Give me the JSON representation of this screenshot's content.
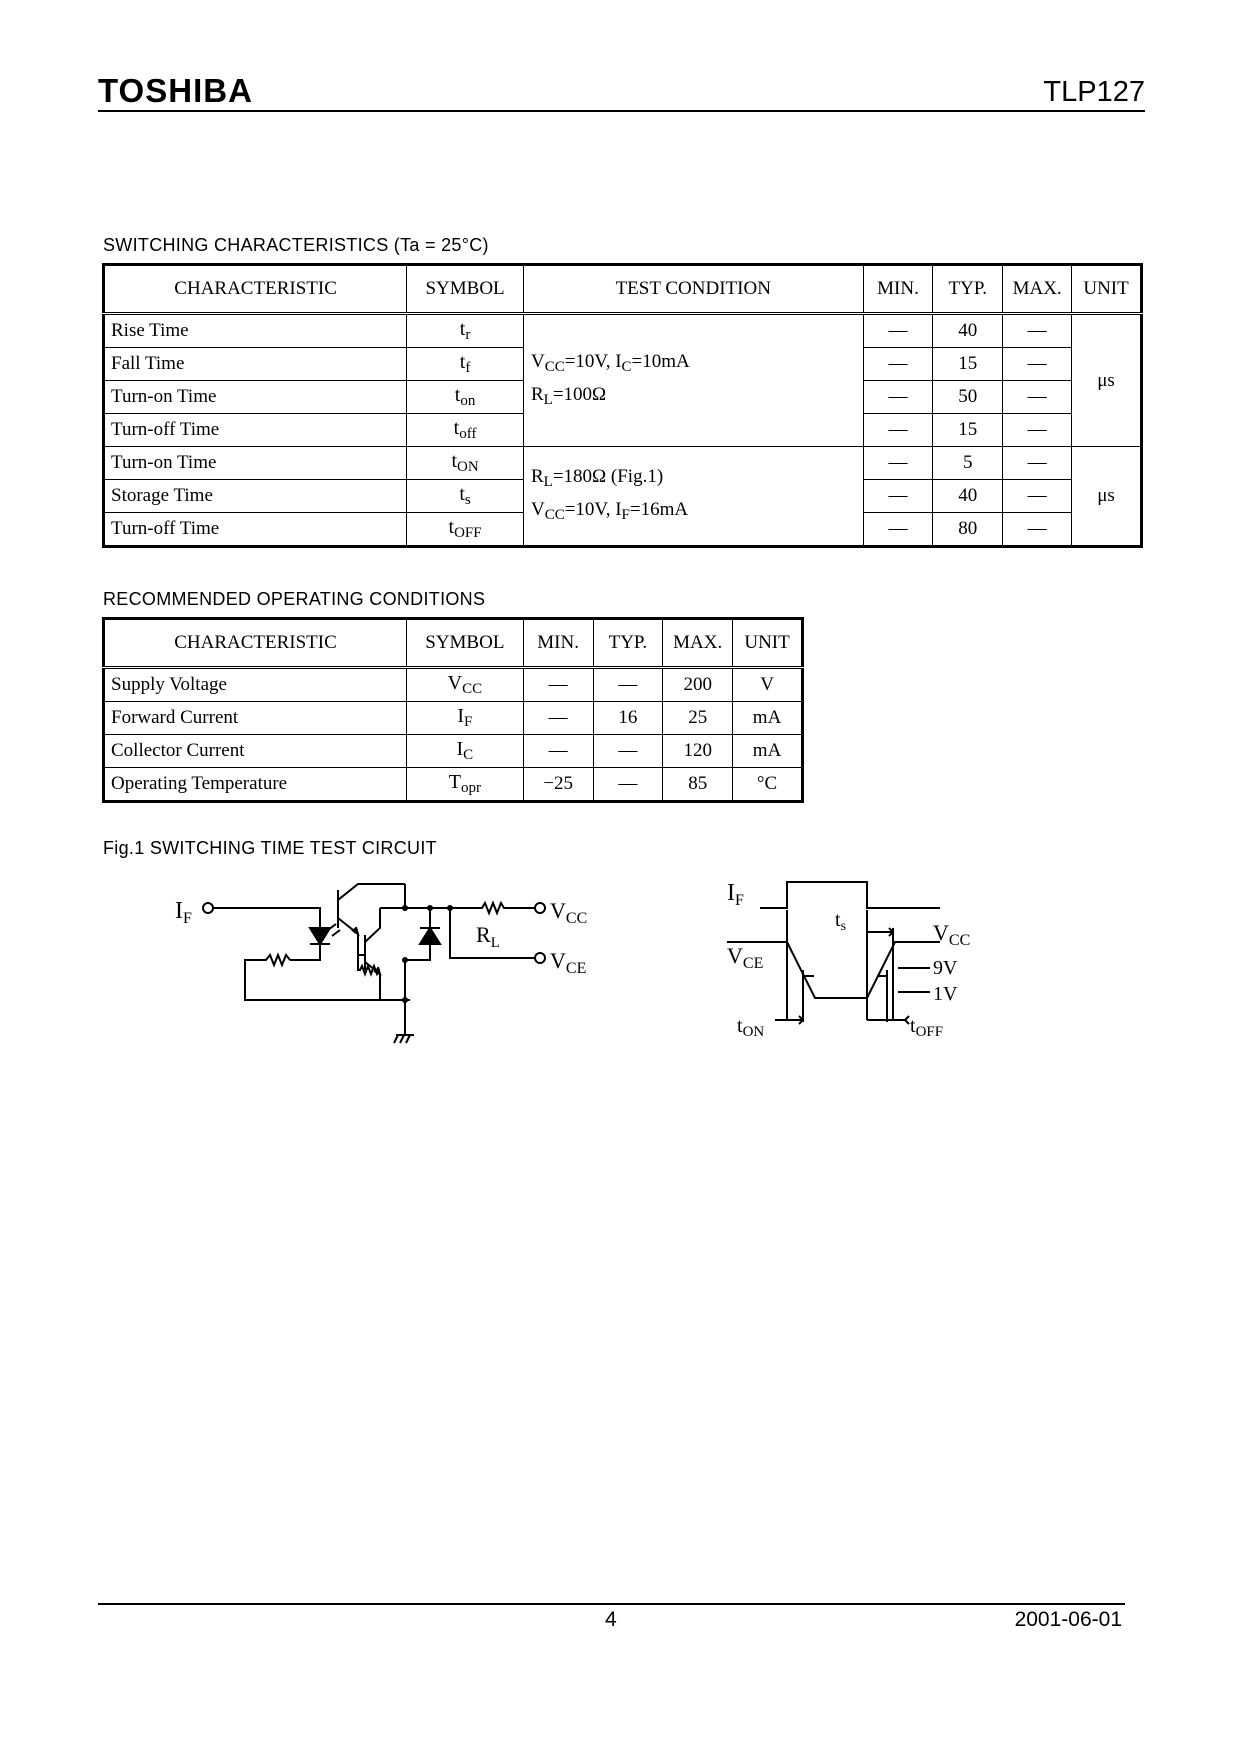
{
  "header": {
    "brand": "TOSHIBA",
    "part": "TLP127"
  },
  "switching": {
    "title": "SWITCHING CHARACTERISTICS (Ta = 25°C)",
    "columns": [
      "CHARACTERISTIC",
      "SYMBOL",
      "TEST CONDITION",
      "MIN.",
      "TYP.",
      "MAX.",
      "UNIT"
    ],
    "rows": [
      {
        "name": "Rise Time",
        "sym": "t",
        "sub": "r",
        "min": "—",
        "typ": "40",
        "max": "—"
      },
      {
        "name": "Fall Time",
        "sym": "t",
        "sub": "f",
        "min": "—",
        "typ": "15",
        "max": "—"
      },
      {
        "name": "Turn-on Time",
        "sym": "t",
        "sub": "on",
        "min": "—",
        "typ": "50",
        "max": "—"
      },
      {
        "name": "Turn-off Time",
        "sym": "t",
        "sub": "off",
        "min": "—",
        "typ": "15",
        "max": "—"
      },
      {
        "name": "Turn-on Time",
        "sym": "t",
        "sub": "ON",
        "min": "—",
        "typ": "5",
        "max": "—"
      },
      {
        "name": "Storage Time",
        "sym": "t",
        "sub": "s",
        "min": "—",
        "typ": "40",
        "max": "—"
      },
      {
        "name": "Turn-off Time",
        "sym": "t",
        "sub": "OFF",
        "min": "—",
        "typ": "80",
        "max": "—"
      }
    ],
    "cond1": {
      "l1a": "V",
      "l1s1": "CC",
      "l1b": "=10V, I",
      "l1s2": "C",
      "l1c": "=10mA",
      "l2a": "R",
      "l2s": "L",
      "l2b": "=100Ω"
    },
    "cond2": {
      "l1a": "R",
      "l1s": "L",
      "l1b": "=180Ω (Fig.1)",
      "l2a": "V",
      "l2s1": "CC",
      "l2b": "=10V, I",
      "l2s2": "F",
      "l2c": "=16mA"
    },
    "unit1": "μs",
    "unit2": "μs"
  },
  "recommended": {
    "title": "RECOMMENDED OPERATING CONDITIONS",
    "columns": [
      "CHARACTERISTIC",
      "SYMBOL",
      "MIN.",
      "TYP.",
      "MAX.",
      "UNIT"
    ],
    "rows": [
      {
        "name": "Supply Voltage",
        "sym": "V",
        "sub": "CC",
        "min": "—",
        "typ": "—",
        "max": "200",
        "unit": "V"
      },
      {
        "name": "Forward Current",
        "sym": "I",
        "sub": "F",
        "min": "—",
        "typ": "16",
        "max": "25",
        "unit": "mA"
      },
      {
        "name": "Collector Current",
        "sym": "I",
        "sub": "C",
        "min": "—",
        "typ": "—",
        "max": "120",
        "unit": "mA"
      },
      {
        "name": "Operating Temperature",
        "sym": "T",
        "sub": "opr",
        "min": "−25",
        "typ": "—",
        "max": "85",
        "unit": "°C"
      }
    ]
  },
  "figure": {
    "title": "Fig.1 SWITCHING TIME TEST CIRCUIT",
    "circuit": {
      "if_a": "I",
      "if_s": "F",
      "rl_a": "R",
      "rl_s": "L",
      "vcc_a": "V",
      "vcc_s": "CC",
      "vce_a": "V",
      "vce_s": "CE"
    },
    "timing": {
      "if_a": "I",
      "if_s": "F",
      "ts_a": "t",
      "ts_s": "s",
      "vce_a": "V",
      "vce_s": "CE",
      "vcc_a": "V",
      "vcc_s": "CC",
      "v9": "9V",
      "v1": "1V",
      "ton_a": "t",
      "ton_s": "ON",
      "toff_a": "t",
      "toff_s": "OFF"
    }
  },
  "footer": {
    "page": "4",
    "date": "2001-06-01"
  }
}
